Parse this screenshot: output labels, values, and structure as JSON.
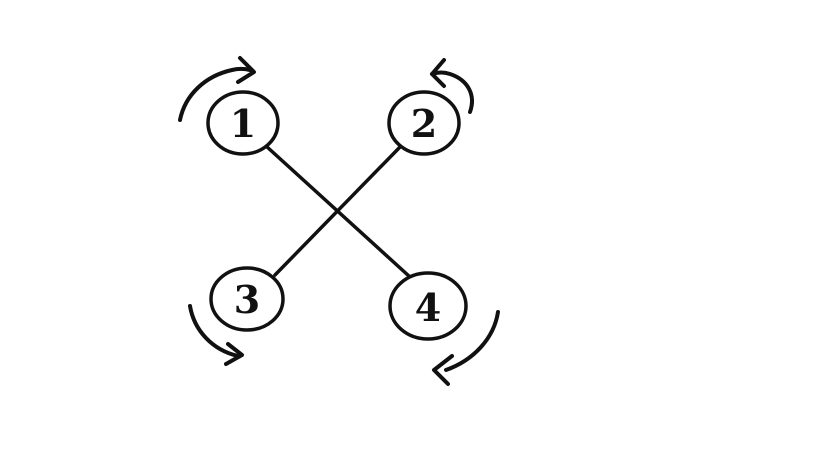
{
  "diagram": {
    "colors": {
      "stroke": "#111111",
      "background": "#ffffff"
    },
    "nodes": [
      {
        "id": "n1",
        "label": "1",
        "rotation": "clockwise"
      },
      {
        "id": "n2",
        "label": "2",
        "rotation": "counter-clockwise"
      },
      {
        "id": "n3",
        "label": "3",
        "rotation": "counter-clockwise"
      },
      {
        "id": "n4",
        "label": "4",
        "rotation": "clockwise"
      }
    ],
    "edges": [
      {
        "from": "1",
        "to": "4"
      },
      {
        "from": "2",
        "to": "3"
      }
    ]
  }
}
